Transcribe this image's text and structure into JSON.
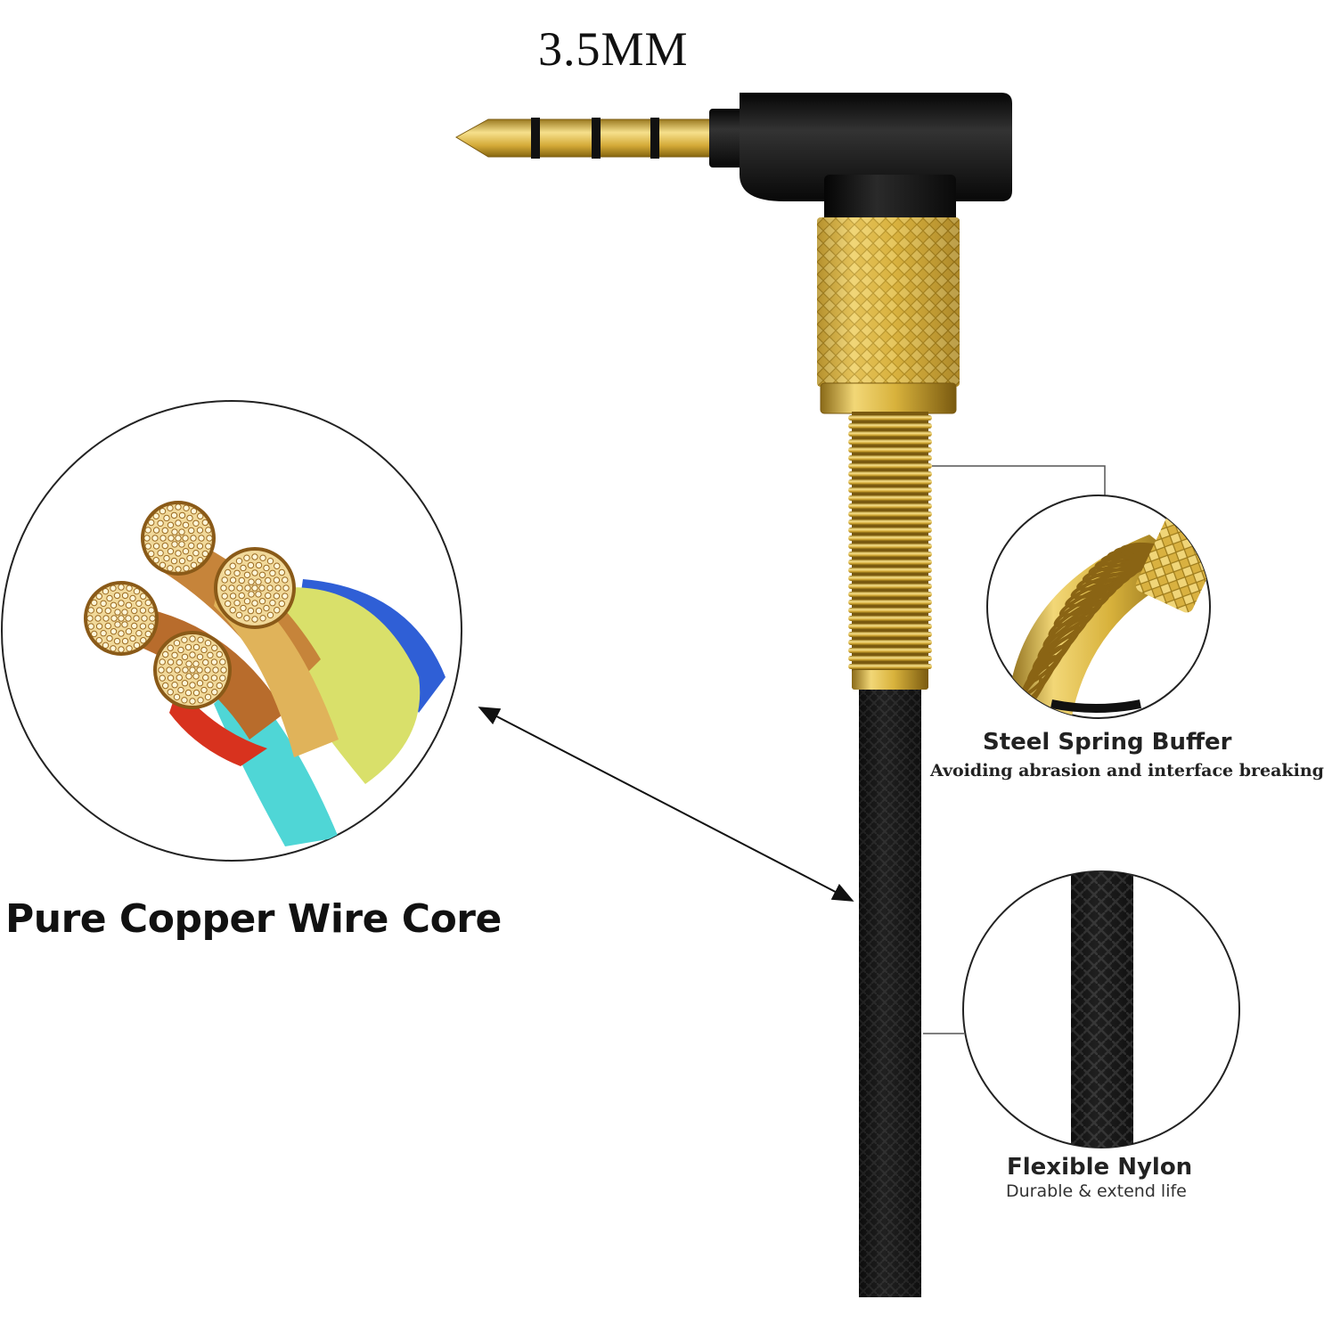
{
  "size_label": "3.5MM",
  "copper_callout": {
    "title": "Pure Copper Wire Core"
  },
  "spring_callout": {
    "title": "Steel Spring Buffer",
    "subtitle": "Avoiding abrasion and interface breaking off"
  },
  "nylon_callout": {
    "title": "Flexible Nylon",
    "subtitle": "Durable & extend life"
  },
  "colors": {
    "gold": "#d8b23c",
    "plug_black": "#1c1c1c",
    "cable_black": "#151515",
    "wire_yellow": "#d9e06a",
    "wire_blue": "#2f5fd6",
    "wire_red": "#d8321e",
    "wire_cyan": "#4fd6d6"
  },
  "icons": [
    "arrow-icon"
  ]
}
